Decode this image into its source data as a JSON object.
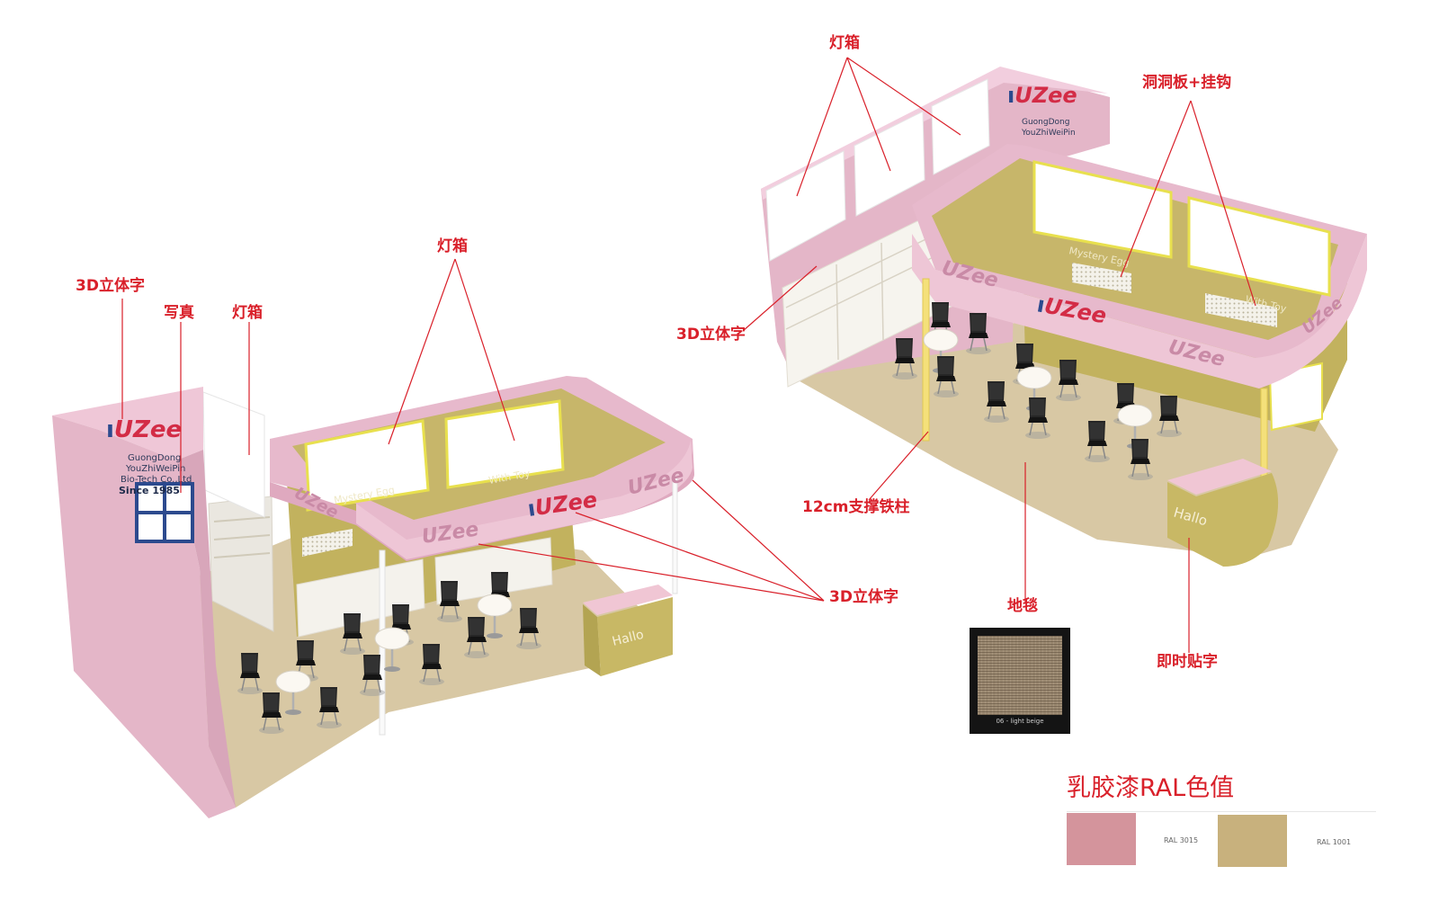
{
  "labels": {
    "left_3d_top": "3D立体字",
    "left_photo": "写真",
    "left_lightbox_small": "灯箱",
    "left_lightbox_top": "灯箱",
    "left_3d_bottom": "3D立体字",
    "right_lightbox_top": "灯箱",
    "right_pegboard": "洞洞板+挂钩",
    "right_3d_left": "3D立体字",
    "right_pillar": "12cm支撑铁柱",
    "right_carpet": "地毯",
    "right_sticker": "即时贴字"
  },
  "booth_text": {
    "logo": "UZee",
    "company_line1": "GuongDong",
    "company_line2": "YouZhiWeiPin",
    "company_line3": "Bio-Tech Co.,Ltd",
    "company_line4": "Since 1985",
    "panel_left": "Mystery Egg",
    "panel_right": "With Toy",
    "counter": "Hallo"
  },
  "carpet": {
    "caption": "06 - light beige"
  },
  "legend": {
    "title": "乳胶漆RAL色值",
    "swatches": [
      {
        "code": "RAL 3015",
        "color": "#d4949c"
      },
      {
        "code": "RAL 1001",
        "color": "#c8b17d"
      }
    ]
  },
  "colors": {
    "annotation": "#d9202a",
    "wall_pink": "#e4b6c8",
    "wall_gold": "#c2b25e",
    "floor": "#d8c8a4",
    "logo_red": "#d32c46",
    "logo_blue": "#2c4a8e"
  }
}
